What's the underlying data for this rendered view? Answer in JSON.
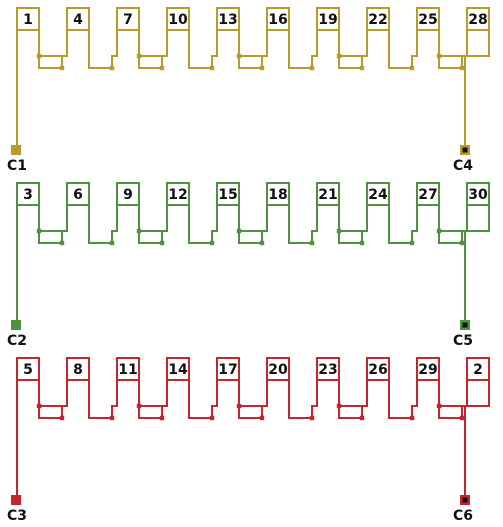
{
  "colors": {
    "phase_1": "#b89b2c",
    "phase_2": "#4f9140",
    "phase_3": "#c4262c"
  },
  "phases": [
    {
      "color_key": "phase_1",
      "slots": [
        "1",
        "4",
        "7",
        "10",
        "13",
        "16",
        "19",
        "22",
        "25",
        "28"
      ],
      "start_terminal": "C1",
      "end_terminal": "C4"
    },
    {
      "color_key": "phase_2",
      "slots": [
        "3",
        "6",
        "9",
        "12",
        "15",
        "18",
        "21",
        "24",
        "27",
        "30"
      ],
      "start_terminal": "C2",
      "end_terminal": "C5"
    },
    {
      "color_key": "phase_3",
      "slots": [
        "5",
        "8",
        "11",
        "14",
        "17",
        "20",
        "23",
        "26",
        "29",
        "2"
      ],
      "start_terminal": "C3",
      "end_terminal": "C6"
    }
  ]
}
